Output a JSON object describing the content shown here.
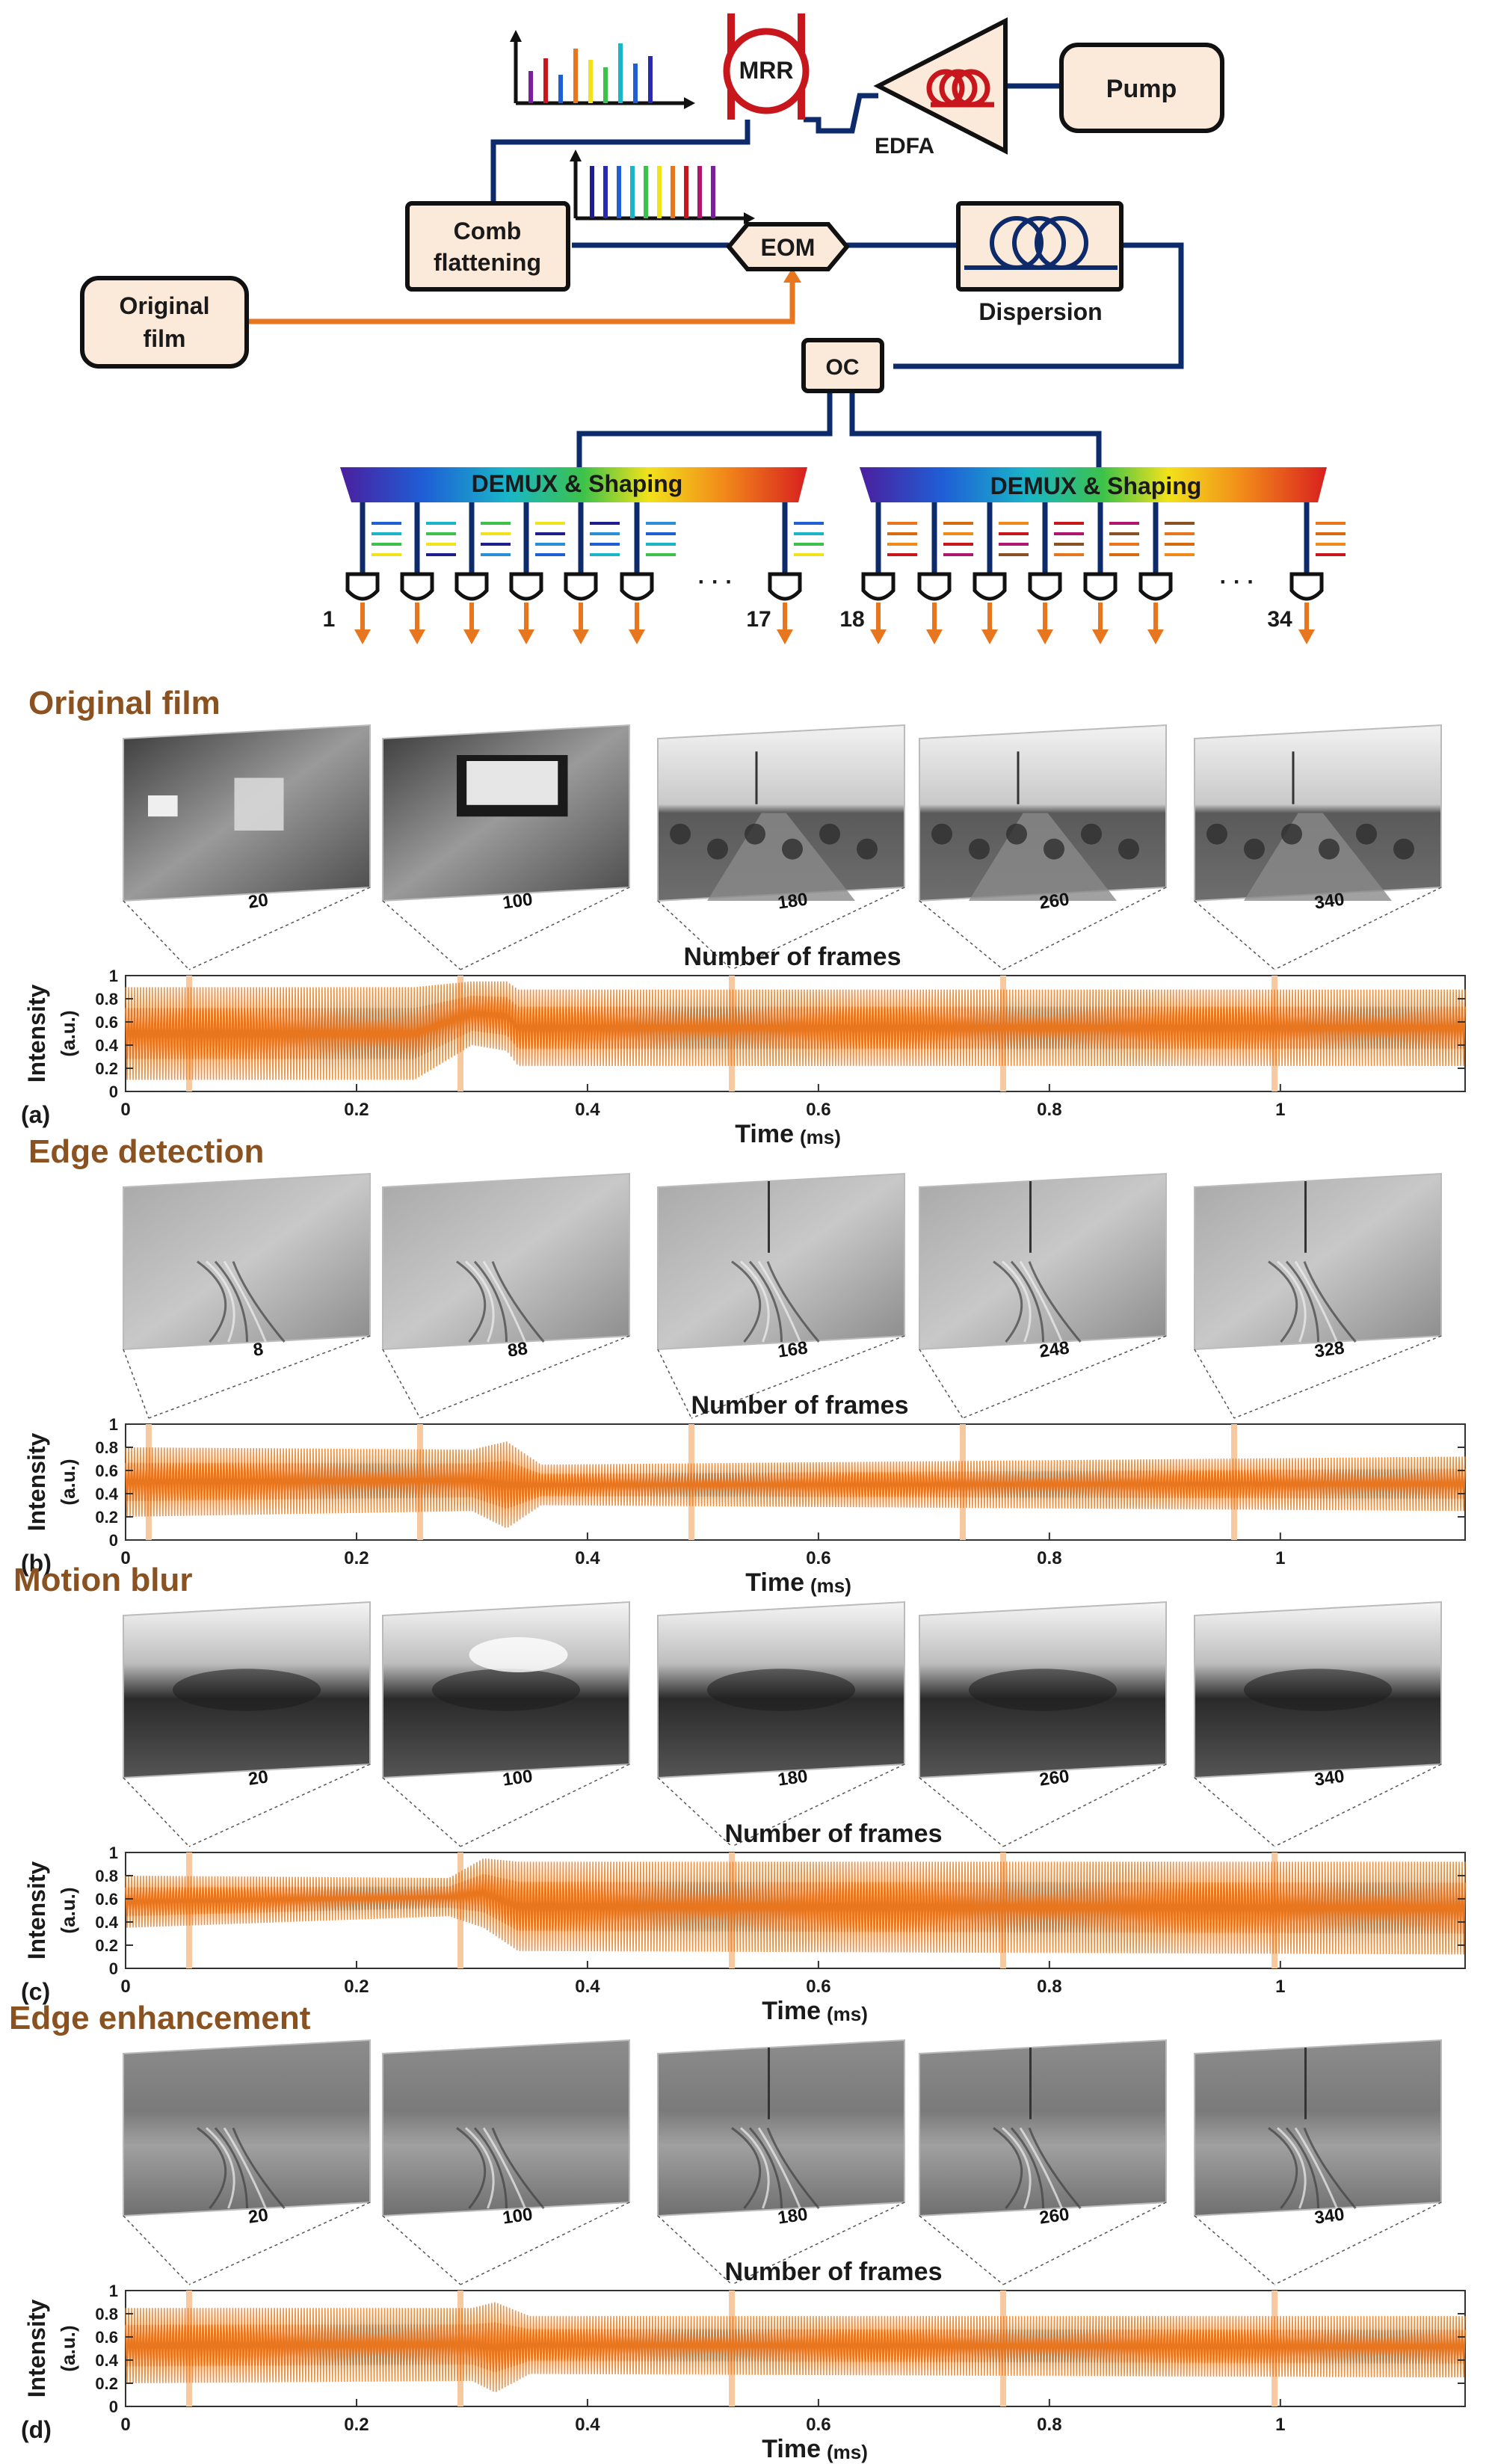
{
  "diagram": {
    "mrr": "MRR",
    "edfa": "EDFA",
    "pump": "Pump",
    "comb_flattening": [
      "Comb",
      "flattening"
    ],
    "eom": "EOM",
    "dispersion": "Dispersion",
    "original_film": [
      "Original",
      "film"
    ],
    "oc": "OC",
    "demux_label": "DEMUX & Shaping",
    "channel_labels": [
      "1",
      "17",
      "18",
      "34"
    ],
    "ellipsis": "· · ·"
  },
  "colors": {
    "fiber": "#0d2a6b",
    "electrical": "#e8761f",
    "box_fill": "#fbe9da",
    "signal": "#ef7f22",
    "section_title": "#8a5220"
  },
  "panels": [
    {
      "title": "Original film",
      "letter": "(a)",
      "frames": [
        "20",
        "100",
        "180",
        "260",
        "340"
      ],
      "style": "photo",
      "chart_data": {
        "type": "line",
        "xlabel": "Time",
        "xunit": "(ms)",
        "ylabel": "Intensity",
        "yunit": "(a.u.)",
        "frames_label": "Number of frames",
        "xlim": [
          0,
          1.16
        ],
        "ylim": [
          0,
          1
        ],
        "xticks": [
          "0",
          "0.2",
          "0.4",
          "0.6",
          "0.8",
          "1"
        ],
        "yticks": [
          "0",
          "0.2",
          "0.4",
          "0.6",
          "0.8",
          "1"
        ],
        "markers_x": [
          0.055,
          0.29,
          0.525,
          0.76,
          0.995
        ],
        "envelope": [
          {
            "x": 0,
            "lo": 0.1,
            "hi": 0.9
          },
          {
            "x": 0.25,
            "lo": 0.1,
            "hi": 0.9
          },
          {
            "x": 0.3,
            "lo": 0.4,
            "hi": 0.95
          },
          {
            "x": 0.33,
            "lo": 0.35,
            "hi": 0.95
          },
          {
            "x": 0.34,
            "lo": 0.22,
            "hi": 0.88
          },
          {
            "x": 1.16,
            "lo": 0.22,
            "hi": 0.88
          }
        ]
      }
    },
    {
      "title": "Edge detection",
      "letter": "(b)",
      "frames": [
        "8",
        "88",
        "168",
        "248",
        "328"
      ],
      "style": "edge",
      "chart_data": {
        "type": "line",
        "xlabel": "Time",
        "xunit": "(ms)",
        "ylabel": "Intensity",
        "yunit": "(a.u.)",
        "frames_label": "Number of frames",
        "xlim": [
          0,
          1.16
        ],
        "ylim": [
          0,
          1
        ],
        "xticks": [
          "0",
          "0.2",
          "0.4",
          "0.6",
          "0.8",
          "1"
        ],
        "yticks": [
          "0",
          "0.2",
          "0.4",
          "0.6",
          "0.8",
          "1"
        ],
        "markers_x": [
          0.02,
          0.255,
          0.49,
          0.725,
          0.96
        ],
        "envelope": [
          {
            "x": 0,
            "lo": 0.2,
            "hi": 0.8
          },
          {
            "x": 0.3,
            "lo": 0.25,
            "hi": 0.78
          },
          {
            "x": 0.33,
            "lo": 0.1,
            "hi": 0.85
          },
          {
            "x": 0.36,
            "lo": 0.3,
            "hi": 0.65
          },
          {
            "x": 1.16,
            "lo": 0.25,
            "hi": 0.72
          }
        ]
      }
    },
    {
      "title": "Motion blur",
      "letter": "(c)",
      "frames": [
        "20",
        "100",
        "180",
        "260",
        "340"
      ],
      "style": "blur",
      "chart_data": {
        "type": "line",
        "xlabel": "Time",
        "xunit": "(ms)",
        "ylabel": "Intensity",
        "yunit": "(a.u.)",
        "frames_label": "Number of frames",
        "xlim": [
          0,
          1.16
        ],
        "ylim": [
          0,
          1
        ],
        "xticks": [
          "0",
          "0.2",
          "0.4",
          "0.6",
          "0.8",
          "1"
        ],
        "yticks": [
          "0",
          "0.2",
          "0.4",
          "0.6",
          "0.8",
          "1"
        ],
        "markers_x": [
          0.055,
          0.29,
          0.525,
          0.76,
          0.995
        ],
        "envelope": [
          {
            "x": 0,
            "lo": 0.35,
            "hi": 0.8
          },
          {
            "x": 0.28,
            "lo": 0.45,
            "hi": 0.78
          },
          {
            "x": 0.31,
            "lo": 0.35,
            "hi": 0.95
          },
          {
            "x": 0.34,
            "lo": 0.15,
            "hi": 0.92
          },
          {
            "x": 1.16,
            "lo": 0.12,
            "hi": 0.92
          }
        ]
      }
    },
    {
      "title": "Edge enhancement",
      "letter": "(d)",
      "frames": [
        "20",
        "100",
        "180",
        "260",
        "340"
      ],
      "style": "enh",
      "chart_data": {
        "type": "line",
        "xlabel": "Time",
        "xunit": "(ms)",
        "ylabel": "Intensity",
        "yunit": "(a.u.)",
        "frames_label": "Number of frames",
        "xlim": [
          0,
          1.16
        ],
        "ylim": [
          0,
          1
        ],
        "xticks": [
          "0",
          "0.2",
          "0.4",
          "0.6",
          "0.8",
          "1"
        ],
        "yticks": [
          "0",
          "0.2",
          "0.4",
          "0.6",
          "0.8",
          "1"
        ],
        "markers_x": [
          0.055,
          0.29,
          0.525,
          0.76,
          0.995
        ],
        "envelope": [
          {
            "x": 0,
            "lo": 0.2,
            "hi": 0.85
          },
          {
            "x": 0.3,
            "lo": 0.22,
            "hi": 0.85
          },
          {
            "x": 0.32,
            "lo": 0.12,
            "hi": 0.9
          },
          {
            "x": 0.35,
            "lo": 0.28,
            "hi": 0.78
          },
          {
            "x": 1.16,
            "lo": 0.25,
            "hi": 0.78
          }
        ]
      }
    }
  ]
}
